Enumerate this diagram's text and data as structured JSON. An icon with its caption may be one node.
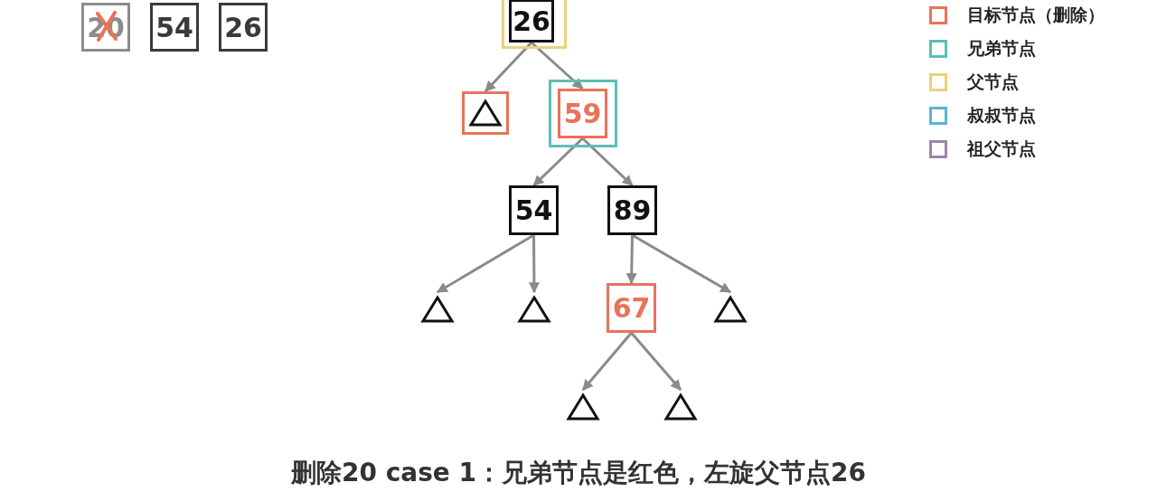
{
  "diagram": {
    "caption": "删除20 case 1：兄弟节点是红色，左旋父节点26",
    "nodes": [
      {
        "text": [
          "20"
        ]
      },
      {
        "text": [
          "54"
        ]
      },
      {
        "text": [
          "26"
        ]
      },
      {
        "text": [],
        "shape": "box"
      },
      {
        "text": [
          "26"
        ],
        "in": 3
      },
      {
        "text": [],
        "shape": "box"
      },
      {
        "text": [],
        "shape": "triangle",
        "in": 5
      },
      {
        "text": [],
        "shape": "box"
      },
      {
        "text": [
          "59"
        ],
        "in": 7
      },
      {
        "text": [
          "54"
        ]
      },
      {
        "text": [
          "89"
        ]
      },
      {
        "text": [],
        "shape": "triangle"
      },
      {
        "text": [],
        "shape": "triangle"
      },
      {
        "text": [
          "67"
        ]
      },
      {
        "text": [],
        "shape": "triangle"
      },
      {
        "text": [],
        "shape": "triangle"
      },
      {
        "text": [],
        "shape": "triangle"
      }
    ],
    "edges": [
      {
        "from": 4,
        "to": 5,
        "arrow": "to"
      },
      {
        "from": 4,
        "to": 8,
        "arrow": "to"
      },
      {
        "from": 8,
        "to": 9,
        "arrow": "to"
      },
      {
        "from": 8,
        "to": 10,
        "arrow": "to"
      },
      {
        "from": 9,
        "to": 11,
        "arrow": "to"
      },
      {
        "from": 9,
        "to": 12,
        "arrow": "to"
      },
      {
        "from": 10,
        "to": 13,
        "arrow": "to"
      },
      {
        "from": 10,
        "to": 14,
        "arrow": "to"
      },
      {
        "from": 13,
        "to": 15,
        "arrow": "to"
      },
      {
        "from": 13,
        "to": 16,
        "arrow": "to"
      }
    ],
    "legend": [
      {
        "text": "目标节点（删除）",
        "color": "#e8735a"
      },
      {
        "text": "兄弟节点",
        "color": "#5bbfb5"
      },
      {
        "text": "父节点",
        "color": "#ead27a"
      },
      {
        "text": "叔叔节点",
        "color": "#5ab4d6"
      },
      {
        "text": "祖父节点",
        "color": "#9a86b0"
      }
    ]
  }
}
